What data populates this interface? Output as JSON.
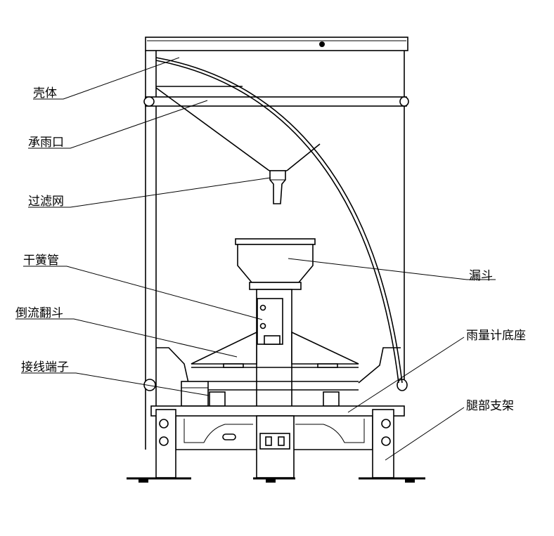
{
  "labels": {
    "housing": "壳体",
    "catch_mouth": "承雨口",
    "filter": "过滤网",
    "reed_switch": "干簧管",
    "tipping_bucket": "倒流翻斗",
    "terminal": "接线端子",
    "funnel": "漏斗",
    "base": "雨量计底座",
    "leg_bracket": "腿部支架"
  }
}
